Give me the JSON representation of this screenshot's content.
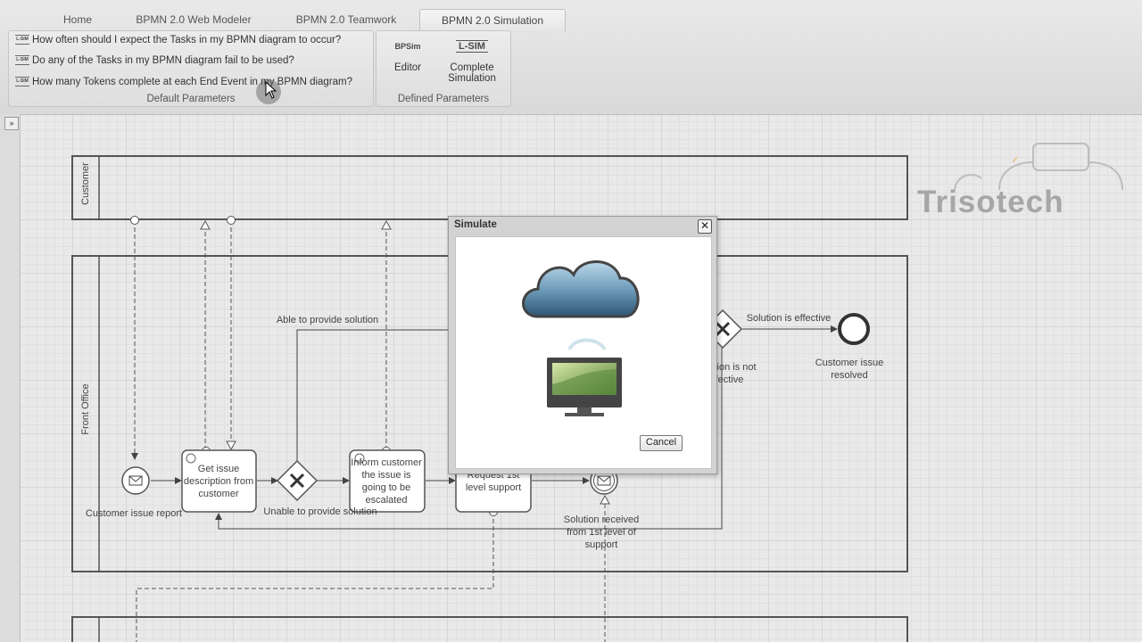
{
  "tabs": [
    {
      "label": "Home",
      "active": false
    },
    {
      "label": "BPMN 2.0 Web Modeler",
      "active": false
    },
    {
      "label": "BPMN 2.0 Teamwork",
      "active": false
    },
    {
      "label": "BPMN 2.0 Simulation",
      "active": true
    }
  ],
  "default_parameters": {
    "group_label": "Default Parameters",
    "items": [
      {
        "icon": "lsim-icon",
        "label": "How often should I expect the Tasks in my BPMN diagram to occur?"
      },
      {
        "icon": "lsim-icon",
        "label": "Do any of the Tasks in my BPMN diagram fail to be used?"
      },
      {
        "icon": "lsim-icon",
        "label": "How many Tokens complete at each End Event in my BPMN diagram?"
      }
    ],
    "lsim_mark": "L-SIM"
  },
  "defined_parameters": {
    "group_label": "Defined Parameters",
    "editor": {
      "icon_text": "BPSim",
      "label": "Editor"
    },
    "complete_simulation": {
      "icon_text": "L-SIM",
      "label_line1": "Complete",
      "label_line2": "Simulation"
    }
  },
  "canvas": {
    "expand_glyph": "»",
    "lanes": [
      {
        "name": "Customer"
      },
      {
        "name": "Front Office"
      }
    ],
    "labels": {
      "able_to_provide": "Able to provide solution",
      "solution_effective": "Solution is effective",
      "customer_issue_resolved": "Customer issue resolved",
      "not_effective": "Solution is not effective",
      "customer_issue_report": "Customer issue report",
      "get_issue": "Get issue description from customer",
      "unable_to_provide": "Unable to provide solution",
      "inform_customer": "Inform customer the issue is going to be escalated",
      "request_support": "Request 1st level support",
      "solution_received": "Solution received from 1st level of support"
    },
    "logo": "Trisotech"
  },
  "dialog": {
    "title": "Simulate",
    "close_glyph": "✕",
    "cancel_label": "Cancel"
  }
}
